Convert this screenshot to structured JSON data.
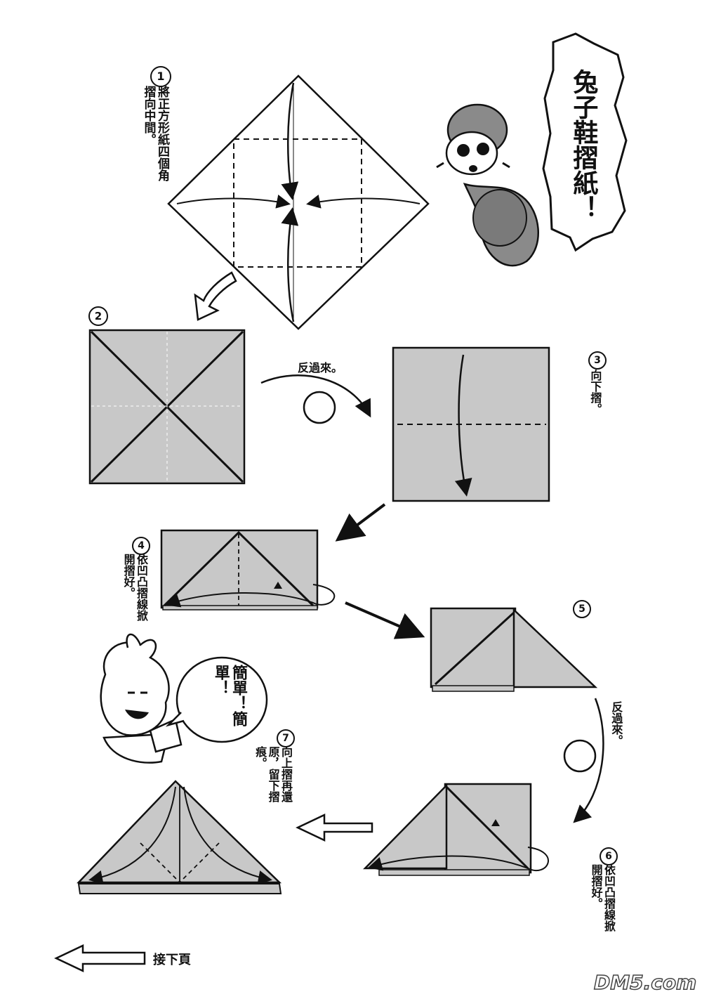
{
  "title": "兔子鞋摺紙！",
  "steps": [
    {
      "num": "1",
      "text": "將正方形紙四個角摺向中間。"
    },
    {
      "num": "2",
      "text": ""
    },
    {
      "num": "3",
      "text": "向下摺。"
    },
    {
      "num": "4",
      "text": "依凹凸摺線掀開摺好。"
    },
    {
      "num": "5",
      "text": ""
    },
    {
      "num": "6",
      "text": "依凹凸摺線掀開摺好。"
    },
    {
      "num": "7",
      "text": "向上摺再還原，留下摺痕。"
    }
  ],
  "flip_label_1": "反過來。",
  "flip_label_2": "反過來。",
  "bubble_text": "簡單！簡單！",
  "next_page": "接下頁",
  "watermark": "DM5.com",
  "colors": {
    "paper_gray": "#c8c8c8",
    "ink": "#111111"
  }
}
